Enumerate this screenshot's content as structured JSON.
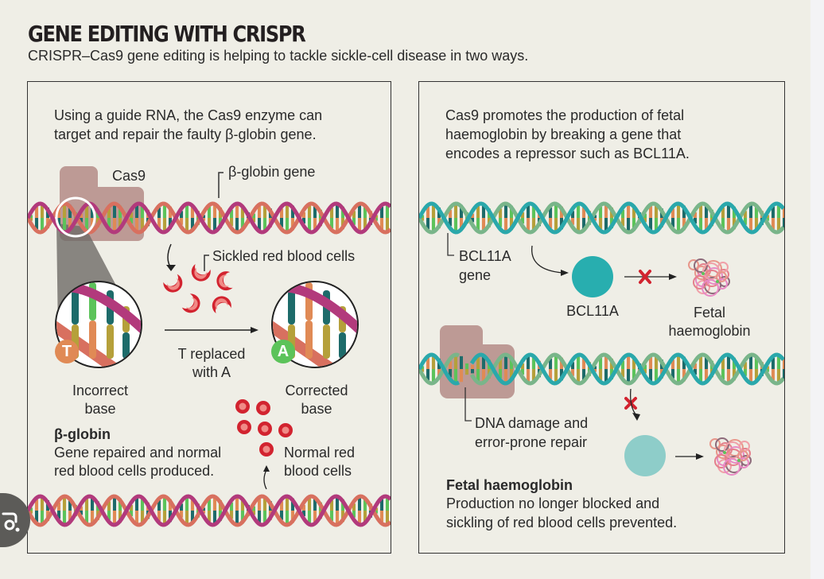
{
  "header": {
    "title": "GENE EDITING WITH CRISPR",
    "subtitle": "CRISPR–Cas9 gene editing is helping to tackle sickle-cell disease in two ways."
  },
  "left_panel": {
    "intro_line1": "Using a guide RNA, the Cas9 enzyme can",
    "intro_line2": "target and repair the faulty β-globin gene.",
    "cas9_label": "Cas9",
    "gene_label": "β-globin gene",
    "sickled_label": "Sickled red blood cells",
    "replace_line1": "T replaced",
    "replace_line2": "with A",
    "incorrect_line1": "Incorrect",
    "incorrect_line2": "base",
    "corrected_line1": "Corrected",
    "corrected_line2": "base",
    "badge_incorrect": "T",
    "badge_corrected": "A",
    "normal_line1": "Normal red",
    "normal_line2": "blood cells",
    "summary_title": "β-globin",
    "summary_line1": "Gene repaired and normal",
    "summary_line2": "red blood cells produced."
  },
  "right_panel": {
    "intro_line1": "Cas9 promotes the production of fetal",
    "intro_line2": "haemoglobin by breaking a gene that",
    "intro_line3": "encodes a repressor such as BCL11A.",
    "gene_label_line1": "BCL11A",
    "gene_label_line2": "gene",
    "protein_label": "BCL11A",
    "fetal_line1": "Fetal",
    "fetal_line2": "haemoglobin",
    "damage_line1": "DNA damage and",
    "damage_line2": "error-prone repair",
    "summary_title": "Fetal haemoglobin",
    "summary_line1": "Production no longer blocked and",
    "summary_line2": "sickling of red blood cells prevented."
  },
  "colors": {
    "background": "#efeee6",
    "strand_magenta": "#b23a7c",
    "strand_salmon": "#d8705f",
    "strand_teal": "#2aa8ab",
    "strand_sage": "#79b58a",
    "base_green": "#5cc35a",
    "base_orange": "#e08a55",
    "base_olive": "#b5a03a",
    "base_darkteal": "#1d6b6a",
    "cas9": "#b48b86",
    "sickle_red": "#d2232f",
    "bcl11a": "#28aeaf",
    "bcl11a_broken": "#8ecdc9",
    "cross_red": "#d2232f",
    "badge_T": "#e08a55",
    "badge_A": "#5cc35a"
  }
}
